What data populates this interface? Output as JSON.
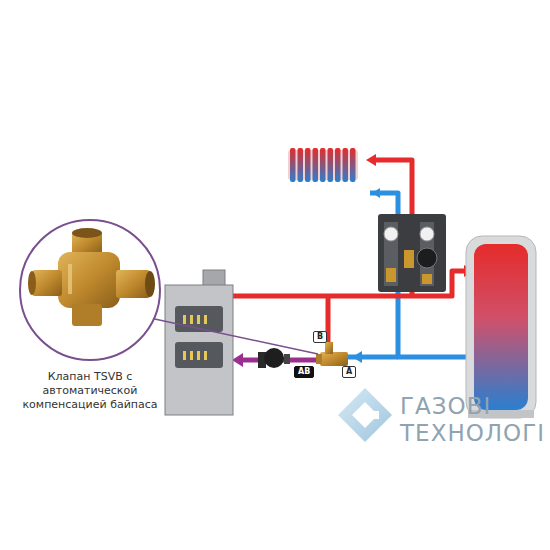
{
  "diagram": {
    "nodes": [
      {
        "text": [
          "Клапан TSVB с автоматической компенсацией байпаса"
        ]
      },
      {
        "text": [
          "B"
        ]
      },
      {
        "text": [
          "AB"
        ]
      },
      {
        "text": [
          "A"
        ]
      }
    ],
    "labels": [
      "ГАЗОВІ",
      "ТЕХНОЛОГІ"
    ]
  }
}
